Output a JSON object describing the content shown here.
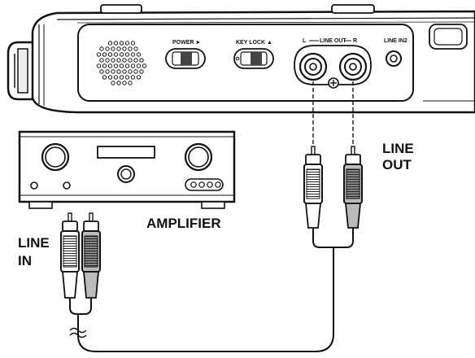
{
  "recorder": {
    "power_label": "POWER ►",
    "key_lock_label": "KEY LOCK ▲",
    "line_out_l": "L",
    "line_out_label": "LINE OUT",
    "line_out_r": "R",
    "line_in2_label": "LINE IN2"
  },
  "labels": {
    "line_out_line1": "LINE",
    "line_out_line2": "OUT",
    "amplifier": "AMPLIFIER",
    "line_in_line1": "LINE",
    "line_in_line2": "IN"
  }
}
